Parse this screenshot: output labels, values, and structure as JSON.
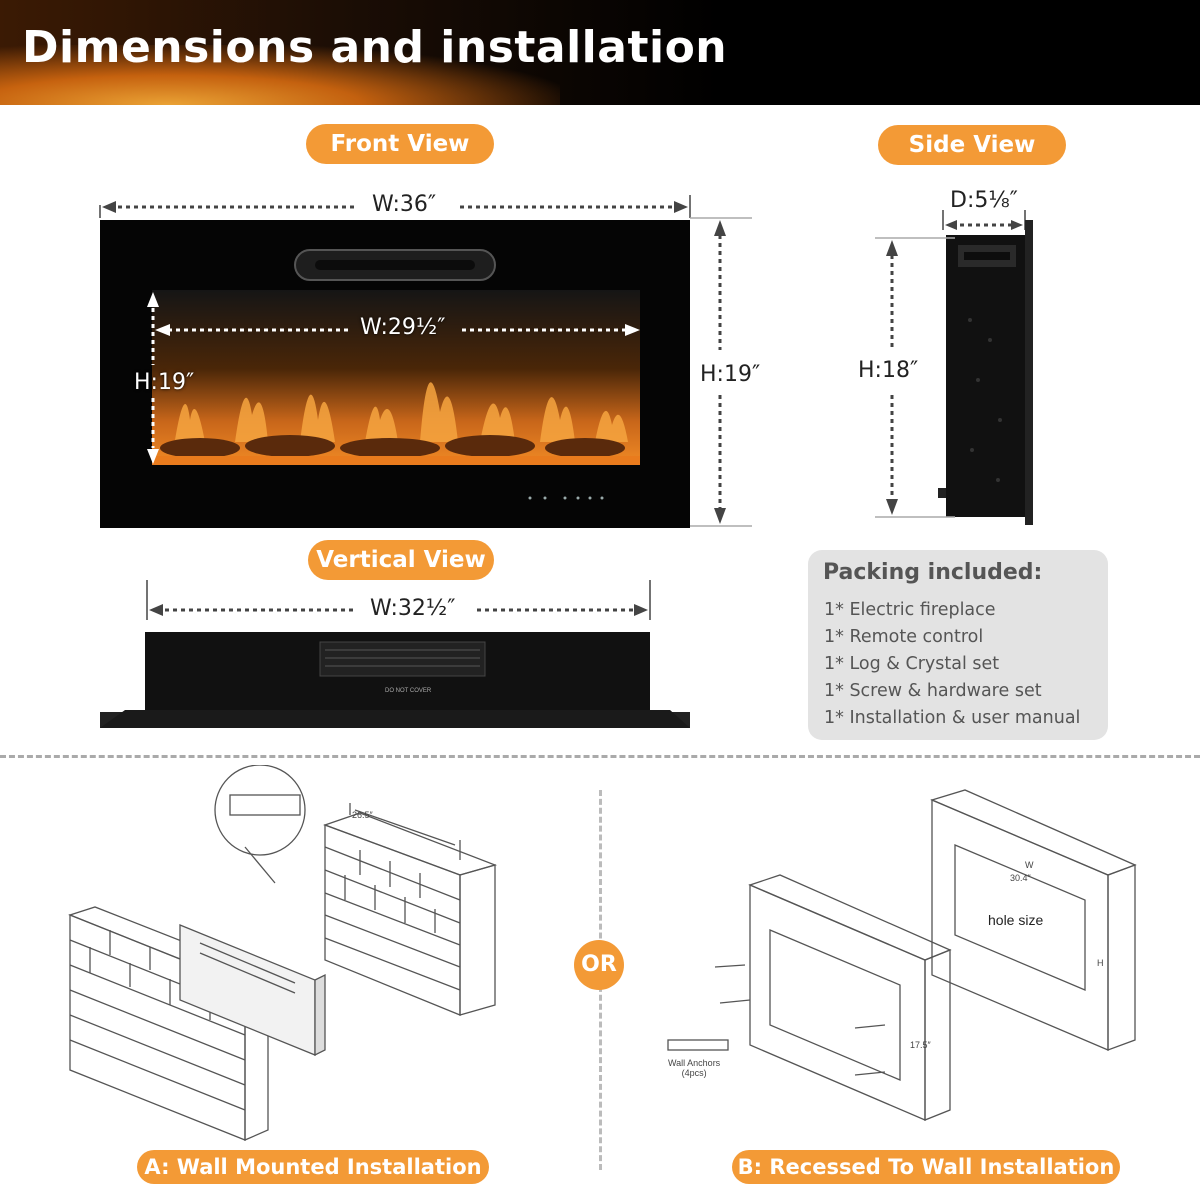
{
  "header": {
    "title": "Dimensions and installation"
  },
  "front_view": {
    "label": "Front View",
    "outer_width": "W:36″",
    "outer_height": "H:19″",
    "inner_width": "W:29½″",
    "inner_height": "H:19″"
  },
  "side_view": {
    "label": "Side View",
    "depth": "D:5⅛″",
    "height": "H:18″"
  },
  "vertical_view": {
    "label": "Vertical View",
    "width": "W:32½″",
    "panel_text": "DO NOT COVER"
  },
  "packing": {
    "title": "Packing included:",
    "items": [
      "1* Electric fireplace",
      "1* Remote control",
      "1* Log & Crystal set",
      "1* Screw & hardware set",
      "1* Installation & user manual"
    ]
  },
  "installation": {
    "or_label": "OR",
    "wall_mounted": {
      "label": "A:  Wall Mounted Installation",
      "bracket_spacing": "26.5″"
    },
    "recessed": {
      "label": "B:  Recessed To Wall Installation",
      "hole_size": "hole size",
      "w_label": "W",
      "h_label": "H",
      "w_value": "30.4″",
      "h_value": "17.5″",
      "anchors": "Wall Anchors\n(4pcs)"
    }
  },
  "colors": {
    "accent": "#f39a36",
    "panel_bg": "#e3e3e3",
    "flame": "#e07a1a"
  }
}
